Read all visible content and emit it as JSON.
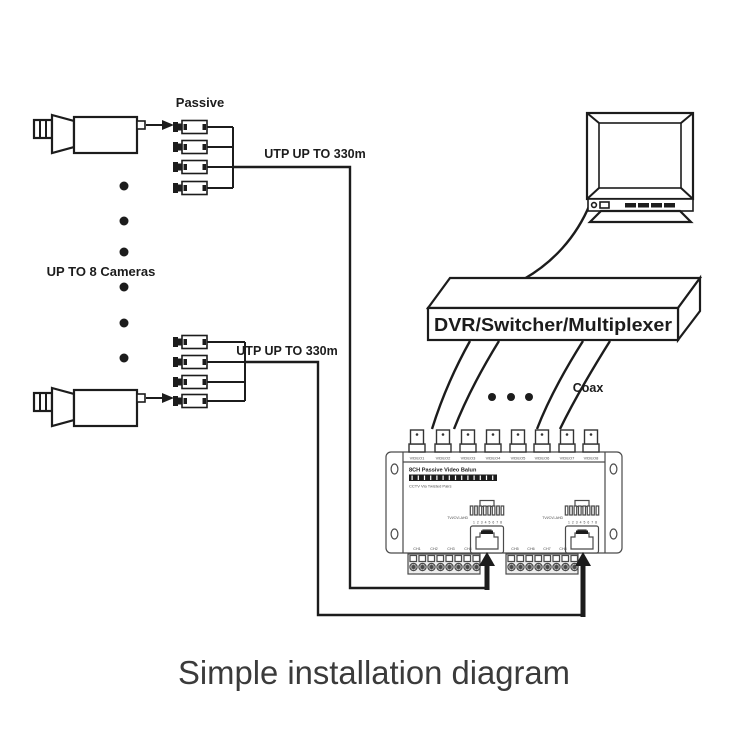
{
  "diagram": {
    "passive_label": "Passive",
    "utp_run1_label": "UTP UP TO 330m",
    "utp_run2_label": "UTP UP TO 330m",
    "cameras_label": "UP TO 8 Cameras",
    "dvr_label": "DVR/Switcher/Multiplexer",
    "coax_label": "Coax",
    "caption": "Simple installation diagram"
  },
  "balun_unit": {
    "title": "8CH Passive Video Balun",
    "subtitle": "CCTV Via Twisted Pairs",
    "video_labels": [
      "VIDEO1",
      "VIDEO2",
      "VIDEO3",
      "VIDEO4",
      "VIDEO5",
      "VIDEO6",
      "VIDEO7",
      "VIDEO8"
    ],
    "channel_labels": [
      "CH1",
      "CH2",
      "CH3",
      "CH4",
      "CH5",
      "CH6",
      "CH7",
      "CH8"
    ],
    "rj45_left_label": "TVI/CVI-AHD",
    "rj45_right_label": "TVI/CVI-AHD",
    "pin_numbers_left": "12345678",
    "pin_numbers_right": "12345678"
  },
  "colors": {
    "line": "#1c1c1c",
    "unit_line": "#4a4a4a",
    "caption": "#3b3b3b",
    "background": "#ffffff"
  }
}
